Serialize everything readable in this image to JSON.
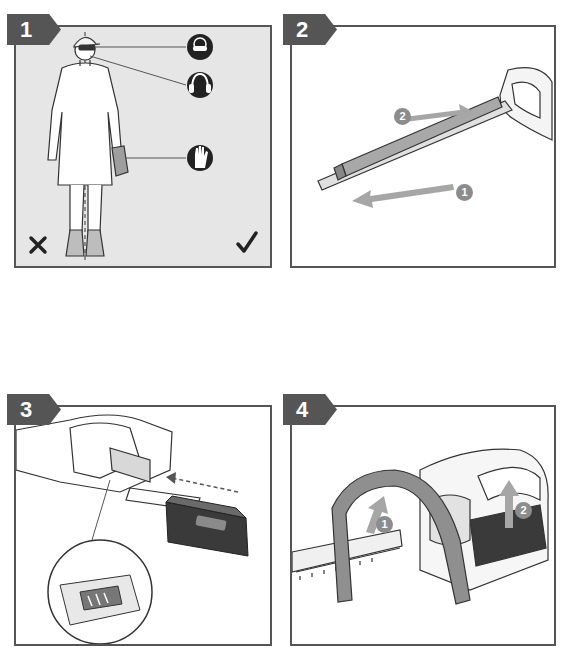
{
  "diagram": {
    "nodes": [
      {
        "text": [
          "1"
        ]
      },
      {
        "text": [
          "2"
        ]
      },
      {
        "text": [
          "2"
        ],
        "in": 1
      },
      {
        "text": [
          "1"
        ],
        "in": 1
      },
      {
        "text": [
          "3"
        ]
      },
      {
        "text": [
          "4"
        ]
      },
      {
        "text": [
          "1"
        ],
        "in": 5
      },
      {
        "text": [
          "2"
        ],
        "in": 5
      }
    ]
  }
}
